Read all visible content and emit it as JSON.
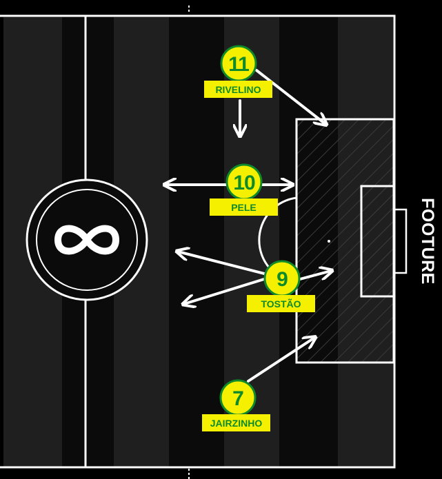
{
  "brand": {
    "text": "FOOTURE",
    "logo_icon": "infinity-icon"
  },
  "colors": {
    "background": "#000000",
    "stripe_dark": "#0b0b0b",
    "stripe_light": "#1f1f1f",
    "line": "#ffffff",
    "player_fill": "#f5f000",
    "player_border": "#0e8a2b",
    "player_text": "#0e8a2b",
    "arrow": "#ffffff"
  },
  "players": [
    {
      "id": "rivelino",
      "number": "11",
      "name": "RIVELINO"
    },
    {
      "id": "pele",
      "number": "10",
      "name": "PELE"
    },
    {
      "id": "tostao",
      "number": "9",
      "name": "TOSTÃO"
    },
    {
      "id": "jairzinho",
      "number": "7",
      "name": "JAIRZINHO"
    }
  ]
}
